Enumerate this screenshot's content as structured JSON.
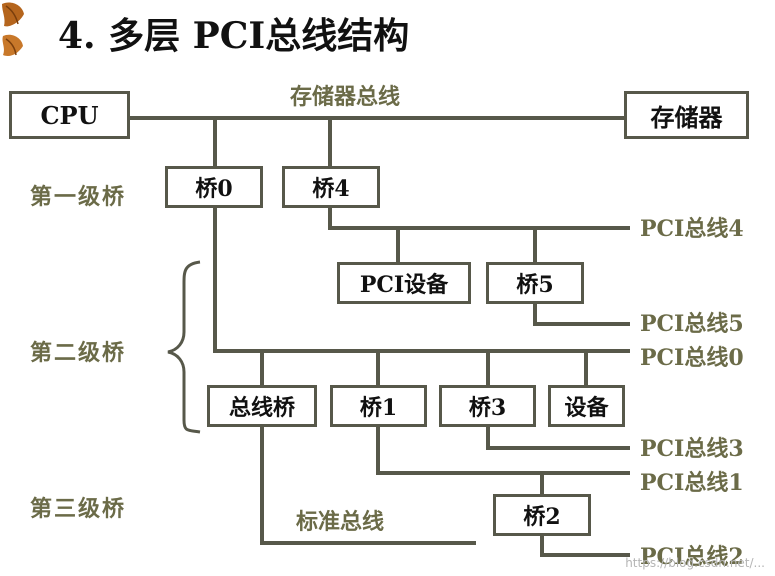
{
  "title": "4. 多层 PCI总线结构",
  "nodes": {
    "cpu": "CPU",
    "memory": "存储器",
    "bridge0": "桥0",
    "bridge4": "桥4",
    "pci_device": "PCI设备",
    "bridge5": "桥5",
    "bus_bridge": "总线桥",
    "bridge1": "桥1",
    "bridge3": "桥3",
    "device": "设备",
    "bridge2": "桥2"
  },
  "bus_labels": {
    "memory_bus": "存储器总线",
    "pci_bus_4": "PCI总线4",
    "pci_bus_5": "PCI总线5",
    "pci_bus_0": "PCI总线0",
    "pci_bus_3": "PCI总线3",
    "pci_bus_1": "PCI总线1",
    "pci_bus_2": "PCI总线2",
    "standard_bus": "标准总线"
  },
  "levels": {
    "level1": "第一级桥",
    "level2": "第二级桥",
    "level3": "第三级桥"
  },
  "watermark": "https://blog.csdn.net/...",
  "colors": {
    "line": "#57584a",
    "label": "#6b6b48",
    "text": "#111111",
    "decoration": "#b5651d"
  }
}
